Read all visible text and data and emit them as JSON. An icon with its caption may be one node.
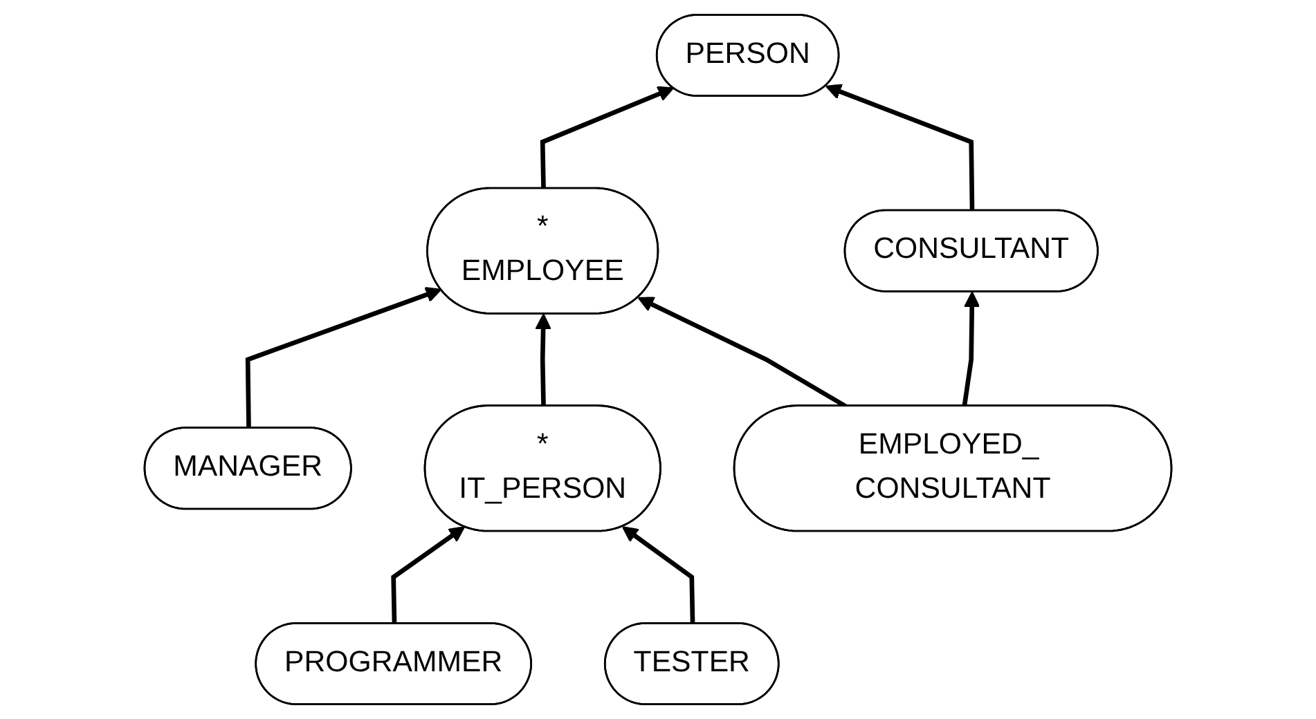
{
  "diagram": {
    "nodes": [
      {
        "text": [
          "PERSON"
        ]
      },
      {
        "text": [
          "*",
          "EMPLOYEE"
        ]
      },
      {
        "text": [
          "CONSULTANT"
        ]
      },
      {
        "text": [
          "MANAGER"
        ]
      },
      {
        "text": [
          "*",
          "IT_PERSON"
        ]
      },
      {
        "text": [
          "EMPLOYED_ CONSULTANT"
        ]
      },
      {
        "text": [
          "PROGRAMMER"
        ]
      },
      {
        "text": [
          "TESTER"
        ]
      }
    ],
    "edges": [
      {
        "from": 1,
        "to": 0,
        "arrow": "to"
      },
      {
        "from": 2,
        "to": 0,
        "arrow": "to"
      },
      {
        "from": 3,
        "to": 1,
        "arrow": "to"
      },
      {
        "from": 4,
        "to": 1,
        "arrow": "to"
      },
      {
        "from": 5,
        "to": 1,
        "arrow": "to"
      },
      {
        "from": 5,
        "to": 2,
        "arrow": "to"
      },
      {
        "from": 6,
        "to": 4,
        "arrow": "to"
      },
      {
        "from": 7,
        "to": 4,
        "arrow": "to"
      }
    ]
  }
}
